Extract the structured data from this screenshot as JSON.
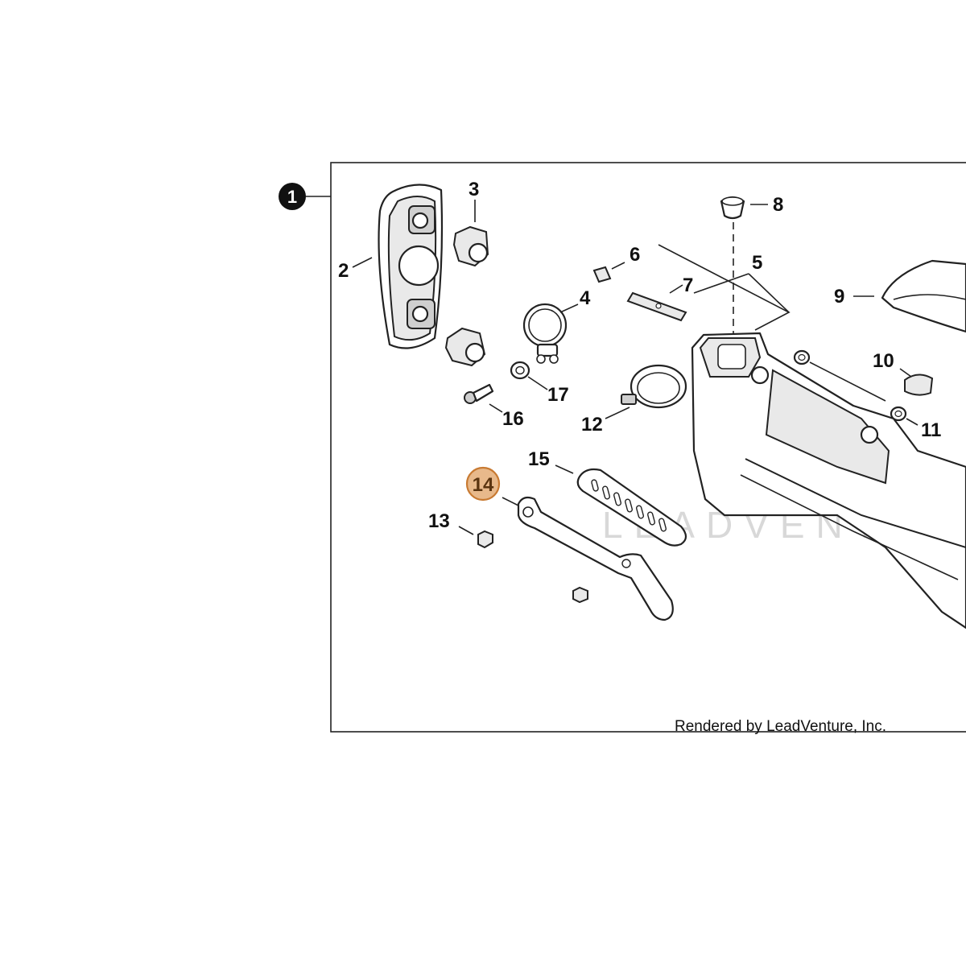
{
  "diagram": {
    "assembly_marker": "1",
    "highlighted_part": "14",
    "highlight_color": "#e8b98b",
    "highlight_stroke": "#c87a32",
    "watermark": "LEADVENTURE",
    "credit": "Rendered by LeadVenture, Inc.",
    "callouts": {
      "c2": "2",
      "c3": "3",
      "c4": "4",
      "c5": "5",
      "c6": "6",
      "c7": "7",
      "c8": "8",
      "c9": "9",
      "c10": "10",
      "c11": "11",
      "c12": "12",
      "c13": "13",
      "c15": "15",
      "c16": "16",
      "c17": "17"
    }
  }
}
